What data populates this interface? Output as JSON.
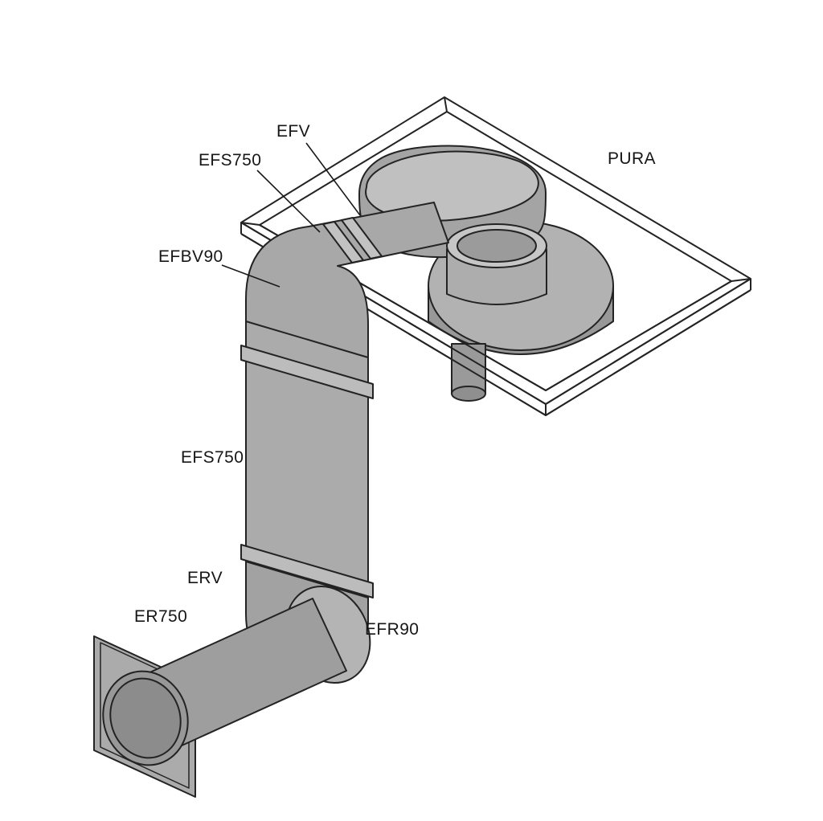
{
  "figure": {
    "type": "technical-isometric-diagram",
    "subject": "ceiling fan unit with rectangular-to-round duct run and wall outlet",
    "background_color": "#ffffff",
    "outline_color": "#1f1f1f",
    "fill_light": "#c3c3c3",
    "fill_mid": "#a9a9a9",
    "fill_dark": "#8f8f8f",
    "labels": [
      {
        "id": "efv",
        "text": "EFV"
      },
      {
        "id": "efs750_top",
        "text": "EFS750"
      },
      {
        "id": "pura",
        "text": "PURA"
      },
      {
        "id": "efbv90",
        "text": "EFBV90"
      },
      {
        "id": "efs750_mid",
        "text": "EFS750"
      },
      {
        "id": "erv",
        "text": "ERV"
      },
      {
        "id": "er750",
        "text": "ER750"
      },
      {
        "id": "efr90",
        "text": "EFR90"
      }
    ]
  }
}
